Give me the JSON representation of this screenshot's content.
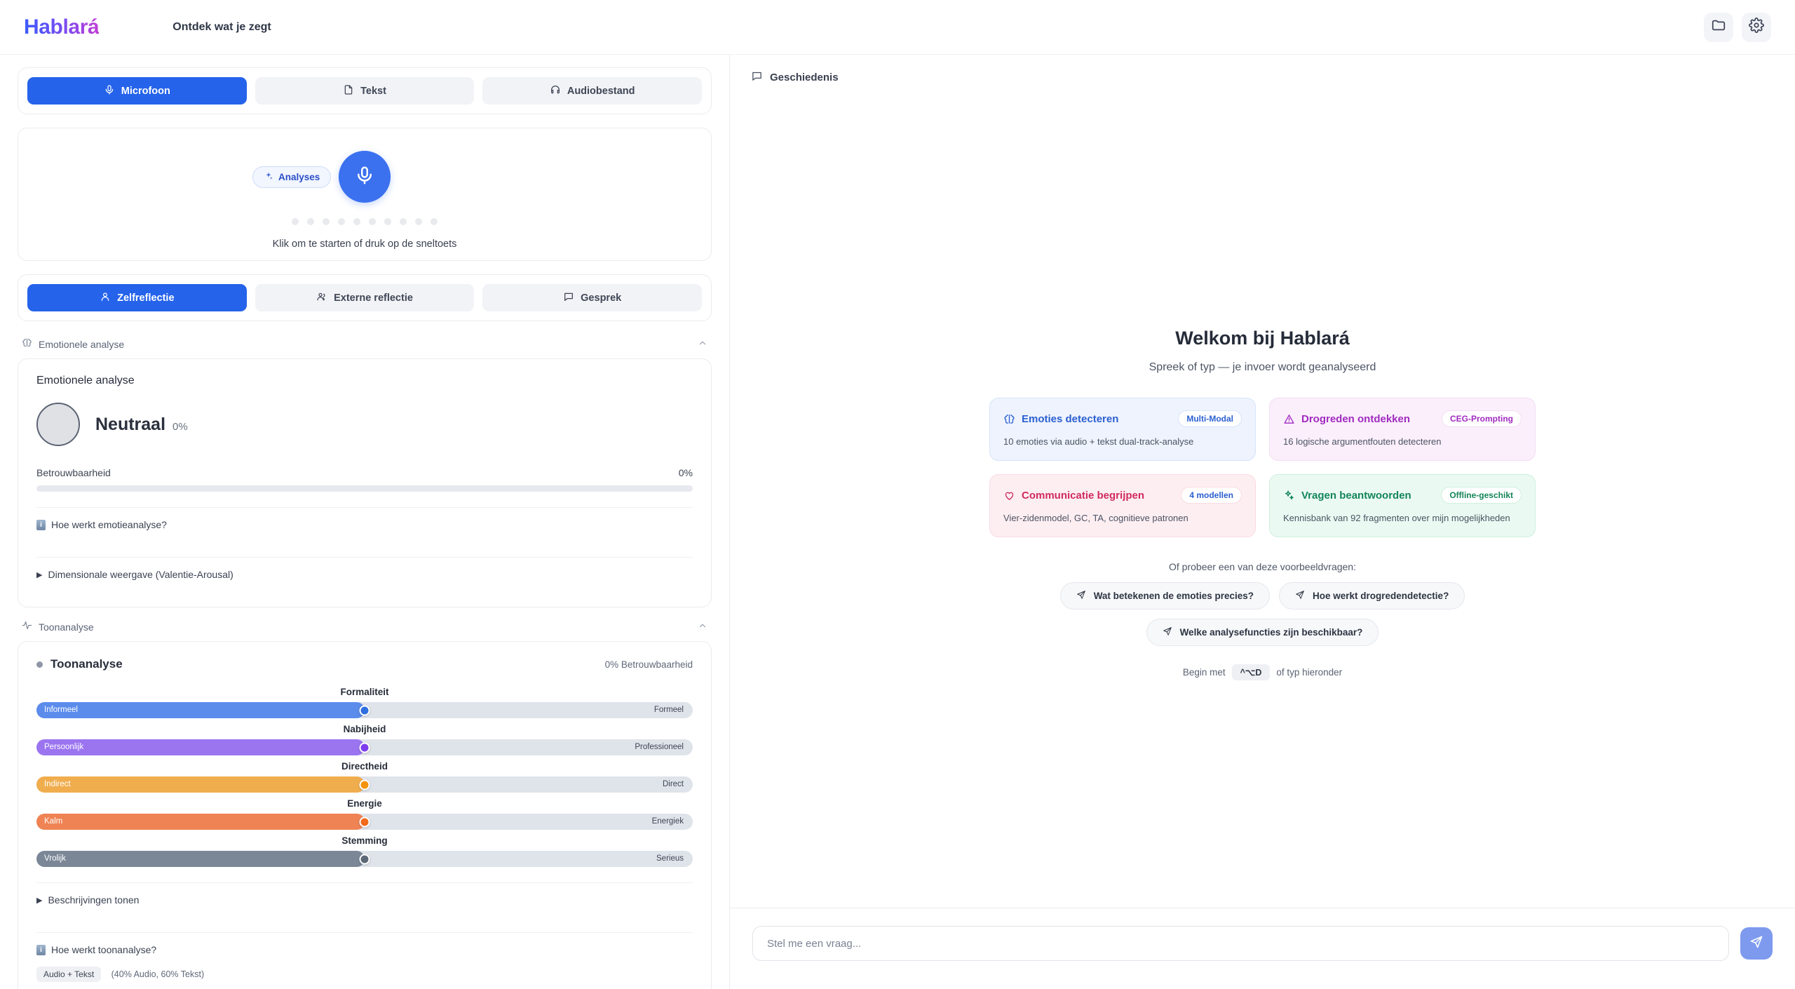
{
  "header": {
    "logo": "Hablará",
    "tagline": "Ontdek wat je zegt",
    "folder_icon": "folder-icon",
    "settings_icon": "gear-icon"
  },
  "input_tabs": [
    {
      "label": "Microfoon",
      "icon": "microphone-icon",
      "active": true
    },
    {
      "label": "Tekst",
      "icon": "document-icon",
      "active": false
    },
    {
      "label": "Audiobestand",
      "icon": "headphones-icon",
      "active": false
    }
  ],
  "recorder": {
    "analyses_label": "Analyses",
    "analyses_icon": "sparkle-icon",
    "mic_icon": "microphone-icon",
    "hint": "Klik om te starten of druk op de sneltoets",
    "dot_count": 10
  },
  "mode_tabs": [
    {
      "label": "Zelfreflectie",
      "icon": "user-icon",
      "active": true
    },
    {
      "label": "Externe reflectie",
      "icon": "users-icon",
      "active": false
    },
    {
      "label": "Gesprek",
      "icon": "chat-icon",
      "active": false
    }
  ],
  "emotion_section": {
    "header": "Emotionele analyse",
    "header_icon": "brain-icon",
    "collapse_icon": "chevron-up-icon",
    "card_title": "Emotionele analyse",
    "emotion_name": "Neutraal",
    "emotion_pct": "0%",
    "confidence_label": "Betrouwbaarheid",
    "confidence_value": "0%",
    "confidence_fill": 0,
    "info_link": "Hoe werkt emotieanalyse?",
    "expand_link": "Dimensionale weergave (Valentie-Arousal)"
  },
  "tone_section": {
    "header": "Toonanalyse",
    "header_icon": "activity-icon",
    "collapse_icon": "chevron-up-icon",
    "card_title": "Toonanalyse",
    "confidence": "0% Betrouwbaarheid",
    "sliders": [
      {
        "caption": "Formaliteit",
        "left": "Informeel",
        "right": "Formeel",
        "value": 50,
        "color": "#5b8ceb",
        "thumb": "#2f6fe0"
      },
      {
        "caption": "Nabijheid",
        "left": "Persoonlijk",
        "right": "Professioneel",
        "value": 50,
        "color": "#9b74f0",
        "thumb": "#7c3ded"
      },
      {
        "caption": "Directheid",
        "left": "Indirect",
        "right": "Direct",
        "value": 50,
        "color": "#f0ad4e",
        "thumb": "#f59309"
      },
      {
        "caption": "Energie",
        "left": "Kalm",
        "right": "Energiek",
        "value": 50,
        "color": "#ef8354",
        "thumb": "#f26a1b"
      },
      {
        "caption": "Stemming",
        "left": "Vrolijk",
        "right": "Serieus",
        "value": 50,
        "color": "#7b8797",
        "thumb": "#5d6877"
      }
    ],
    "descriptions_link": "Beschrijvingen tonen",
    "info_link": "Hoe werkt toonanalyse?",
    "source_chip": "Audio + Tekst",
    "source_note": "(40% Audio, 60% Tekst)"
  },
  "history": {
    "title": "Geschiedenis",
    "icon": "chat-bubble-icon"
  },
  "welcome": {
    "title": "Welkom bij Hablará",
    "subtitle": "Spreek of typ — je invoer wordt geanalyseerd",
    "cards": [
      {
        "title": "Emoties detecteren",
        "badge": "Multi-Modal",
        "desc": "10 emoties via audio + tekst dual-track-analyse",
        "icon": "brain-icon",
        "bg": "#eef3fd",
        "border": "#d7e4fa",
        "title_color": "#2b5fd1",
        "badge_bg": "#ffffff",
        "badge_color": "#2b5fd1",
        "icon_color": "#2b5fd1"
      },
      {
        "title": "Drogreden ontdekken",
        "badge": "CEG-Prompting",
        "desc": "16 logische argumentfouten detecteren",
        "icon": "warning-triangle-icon",
        "bg": "#fbeffb",
        "border": "#f3dcf4",
        "title_color": "#a02bc0",
        "badge_bg": "#ffffff",
        "badge_color": "#a02bc0",
        "icon_color": "#a02bc0"
      },
      {
        "title": "Communicatie begrijpen",
        "badge": "4 modellen",
        "desc": "Vier-zidenmodel, GC, TA, cognitieve patronen",
        "icon": "heart-icon",
        "bg": "#fdeef2",
        "border": "#f8dbe3",
        "title_color": "#cf2b5e",
        "badge_bg": "#ffffff",
        "badge_color": "#2b5fd1",
        "icon_color": "#cf2b5e"
      },
      {
        "title": "Vragen beantwoorden",
        "badge": "Offline-geschikt",
        "desc": "Kennisbank van 92 fragmenten over mijn mogelijkheden",
        "icon": "sparkle-icon",
        "bg": "#eafaf2",
        "border": "#cfeedf",
        "title_color": "#14855a",
        "badge_bg": "#ffffff",
        "badge_color": "#14855a",
        "icon_color": "#14855a"
      }
    ],
    "try_label": "Of probeer een van deze voorbeeldvragen:",
    "suggestions": [
      "Wat betekenen de emoties precies?",
      "Hoe werkt drogredendetectie?",
      "Welke analysefuncties zijn beschikbaar?"
    ],
    "kbd_prefix": "Begin met",
    "kbd_key": "^⌥D",
    "kbd_suffix": "of typ hieronder"
  },
  "composer": {
    "placeholder": "Stel me een vraag...",
    "send_icon": "send-icon"
  }
}
